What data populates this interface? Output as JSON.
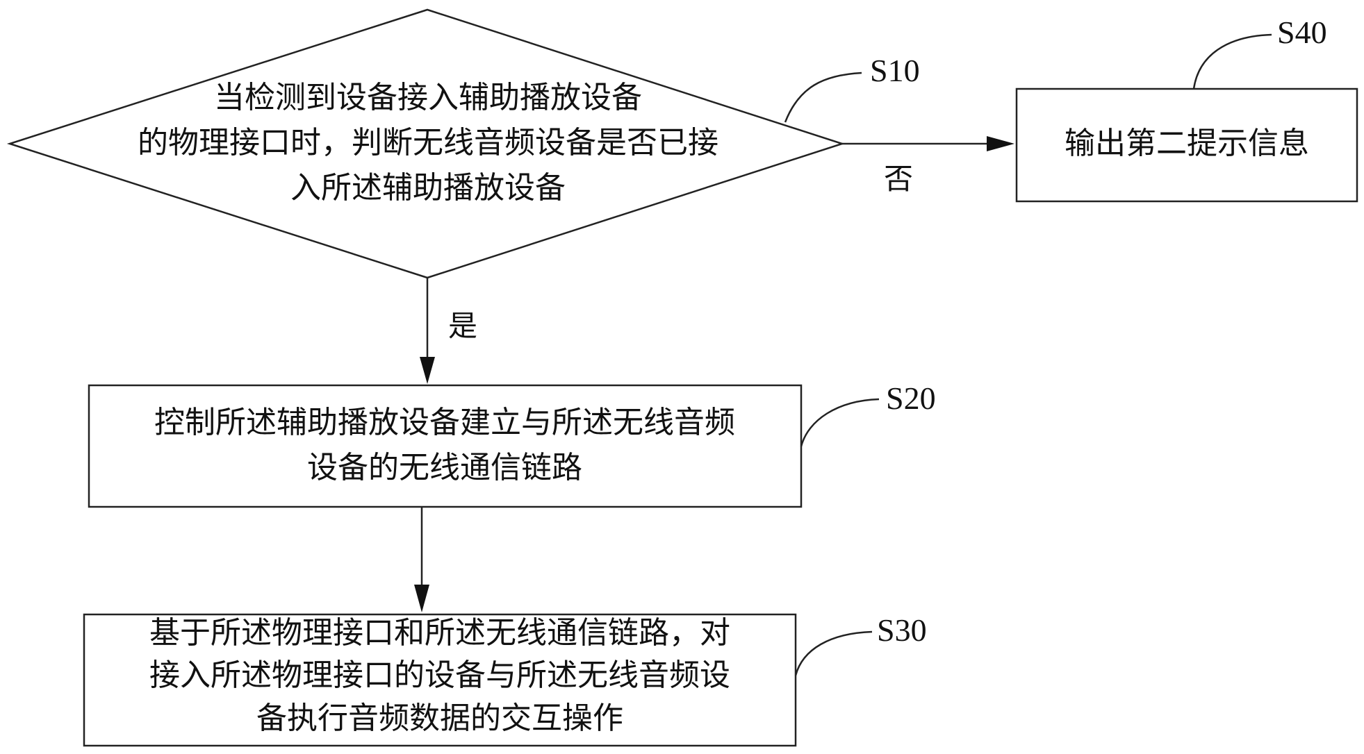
{
  "nodes": {
    "s10": {
      "label": "S10",
      "lines": [
        "当检测到设备接入辅助播放设备",
        "的物理接口时，判断无线音频设备是否已接",
        "入所述辅助播放设备"
      ]
    },
    "s20": {
      "label": "S20",
      "lines": [
        "控制所述辅助播放设备建立与所述无线音频",
        "设备的无线通信链路"
      ]
    },
    "s30": {
      "label": "S30",
      "lines": [
        "基于所述物理接口和所述无线通信链路，对",
        "接入所述物理接口的设备与所述无线音频设",
        "备执行音频数据的交互操作"
      ]
    },
    "s40": {
      "label": "S40",
      "lines": [
        "输出第二提示信息"
      ]
    }
  },
  "edges": {
    "yes_label": "是",
    "no_label": "否"
  },
  "colors": {
    "stroke": "#222222",
    "text": "#111111",
    "background": "#ffffff"
  }
}
